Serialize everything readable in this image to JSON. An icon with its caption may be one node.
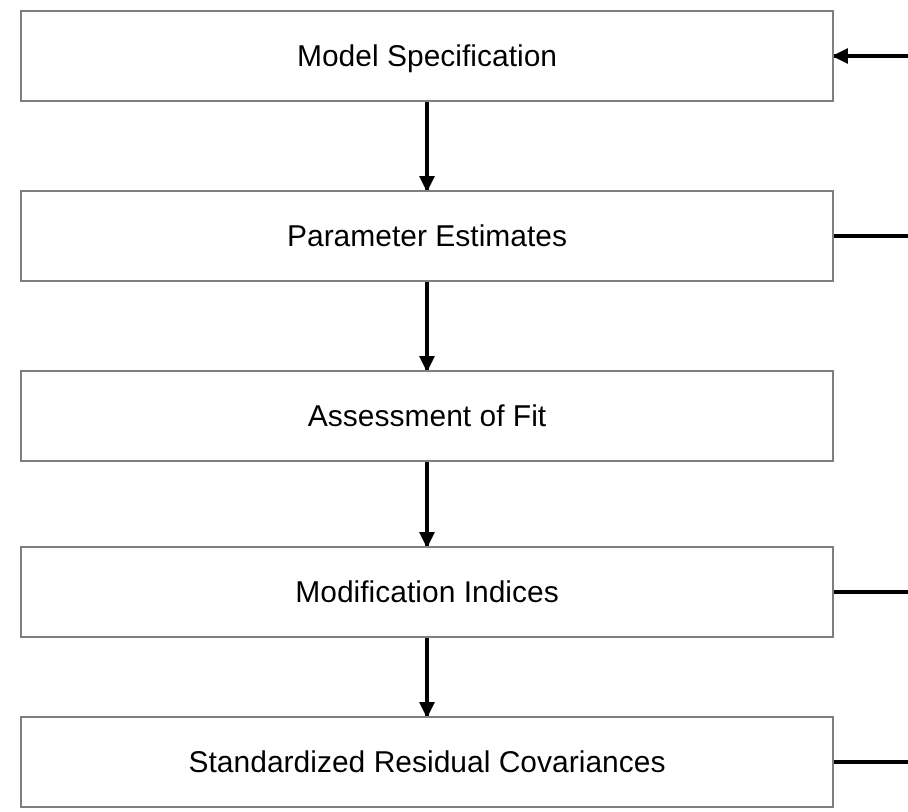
{
  "diagram": {
    "nodes": [
      {
        "text": [
          "Model Specification"
        ]
      },
      {
        "text": [
          "Parameter Estimates"
        ]
      },
      {
        "text": [
          "Assessment of Fit"
        ]
      },
      {
        "text": [
          "Modification Indices"
        ]
      },
      {
        "text": [
          "Standardized Residual Covariances"
        ]
      }
    ],
    "edges": [
      {
        "from": 0,
        "to": 1,
        "arrow": "to"
      },
      {
        "from": 1,
        "to": 2,
        "arrow": "to"
      },
      {
        "from": 2,
        "to": 3,
        "arrow": "to"
      },
      {
        "from": 3,
        "to": 4,
        "arrow": "to"
      },
      {
        "from": null,
        "to": 0,
        "arrow": "to"
      },
      {
        "from": 1,
        "to": null,
        "arrow": "none"
      },
      {
        "from": 3,
        "to": null,
        "arrow": "none"
      },
      {
        "from": 4,
        "to": null,
        "arrow": "none"
      }
    ]
  }
}
